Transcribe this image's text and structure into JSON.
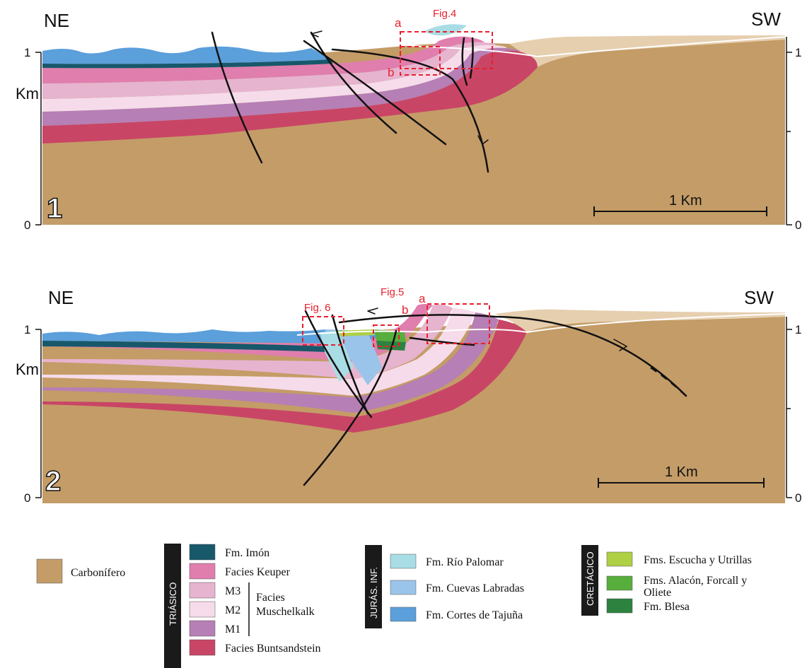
{
  "colors": {
    "carbonifero": "#C49C67",
    "imon": "#17586B",
    "keuper": "#E07EAE",
    "m3": "#E6B4CF",
    "m2": "#F6DCEA",
    "m1": "#B67FB5",
    "buntsandstein": "#C94566",
    "rio_palomar": "#A9DDE5",
    "cuevas_labradas": "#9BC4EA",
    "cortes_tajuna": "#5B9FDB",
    "escucha_utrillas": "#AFCF45",
    "alacon_forcall_oliete": "#57AE3C",
    "blesa": "#2D8240",
    "quaternary": "#E6CFAF",
    "red_box": "#E8202E"
  },
  "section1": {
    "number": "1",
    "left_direction": "NE",
    "right_direction": "SW",
    "left_tick_top": "1",
    "left_tick_bottom": "0",
    "right_tick_top": "1",
    "right_tick_bottom": "0",
    "unit": "Km",
    "scale_label": "1 Km",
    "box_labels": {
      "fig": "Fig.4",
      "a": "a",
      "b": "b"
    }
  },
  "section2": {
    "number": "2",
    "left_direction": "NE",
    "right_direction": "SW",
    "left_tick_top": "1",
    "left_tick_bottom": "0",
    "right_tick_top": "1",
    "right_tick_bottom": "0",
    "unit": "Km",
    "scale_label": "1 Km",
    "box_labels": {
      "fig6": "Fig. 6",
      "fig5": "Fig.5",
      "a": "a",
      "b": "b"
    }
  },
  "legend": {
    "carbonifero": "Carbonífero",
    "group_triasico": "TRIÁSICO",
    "imon": "Fm. Imón",
    "keuper": "Facies Keuper",
    "m3": "M3",
    "m2": "M2",
    "m1": "M1",
    "muschelkalk": "Facies Muschelkalk",
    "buntsandstein": "Facies Buntsandstein",
    "group_jurasico": "JURÁS. INF.",
    "rio_palomar": "Fm. Río Palomar",
    "cuevas_labradas": "Fm. Cuevas Labradas",
    "cortes_tajuna": "Fm. Cortes de Tajuña",
    "group_cretacico": "CRETÁCICO",
    "escucha_utrillas": "Fms. Escucha y Utrillas",
    "alacon_forcall_oliete": "Fms. Alacón, Forcall y Oliete",
    "blesa": "Fm. Blesa"
  }
}
